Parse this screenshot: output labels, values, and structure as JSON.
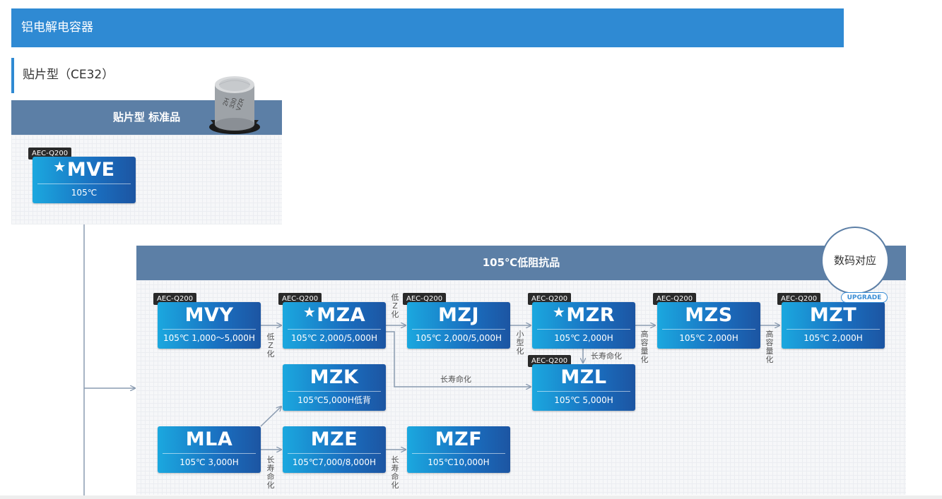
{
  "header": {
    "title": "铝电解电容器"
  },
  "section": {
    "title": "贴片型（CE32）"
  },
  "panel_standard": {
    "title": "贴片型 标准品",
    "product_image": {
      "marking_lines": [
        "2H",
        "330",
        "VZR"
      ]
    },
    "nodes": [
      {
        "name": "MVE",
        "spec": "105℃",
        "star": true,
        "aec": "AEC-Q200"
      }
    ]
  },
  "panel_low_impedance": {
    "title": "105℃低阻抗品",
    "circle_label": "数码对应",
    "upgrade_label": "UPGRADE",
    "nodes": {
      "mvy": {
        "name": "MVY",
        "spec": "105℃ 1,000～5,000H",
        "aec": "AEC-Q200"
      },
      "mza": {
        "name": "MZA",
        "spec": "105℃ 2,000/5,000H",
        "aec": "AEC-Q200",
        "star": true
      },
      "mzj": {
        "name": "MZJ",
        "spec": "105℃ 2,000/5,000H",
        "aec": "AEC-Q200"
      },
      "mzr": {
        "name": "MZR",
        "spec": "105℃ 2,000H",
        "aec": "AEC-Q200",
        "star": true
      },
      "mzs": {
        "name": "MZS",
        "spec": "105℃ 2,000H",
        "aec": "AEC-Q200"
      },
      "mzt": {
        "name": "MZT",
        "spec": "105℃ 2,000H",
        "aec": "AEC-Q200"
      },
      "mzl": {
        "name": "MZL",
        "spec": "105℃ 5,000H",
        "aec": "AEC-Q200"
      },
      "mzk": {
        "name": "MZK",
        "spec": "105℃5,000H低背"
      },
      "mla": {
        "name": "MLA",
        "spec": "105℃ 3,000H"
      },
      "mze": {
        "name": "MZE",
        "spec": "105℃7,000/8,000H"
      },
      "mzf": {
        "name": "MZF",
        "spec": "105℃10,000H"
      }
    },
    "edge_labels": {
      "mvy_mza": "低Z化",
      "mza_mzj": "低Z化",
      "mzj_mzr": "小型化",
      "mzr_mzl": "长寿命化",
      "mzr_mzs": "高容量化",
      "mzs_mzt": "高容量化",
      "mza_mzl": "长寿命化",
      "mla_mze": "长寿命化",
      "mze_mzf": "长寿命化"
    }
  },
  "colors": {
    "header_bg": "#2f8ad3",
    "panel_head_bg": "#5c7fa6",
    "node_gradient_start": "#1ba8df",
    "node_gradient_end": "#1c55a2",
    "aec_badge_bg": "#2a2a2a",
    "connector": "#8a9bb0"
  },
  "icons": [
    "star-icon",
    "arrow-icon",
    "capacitor-image"
  ]
}
